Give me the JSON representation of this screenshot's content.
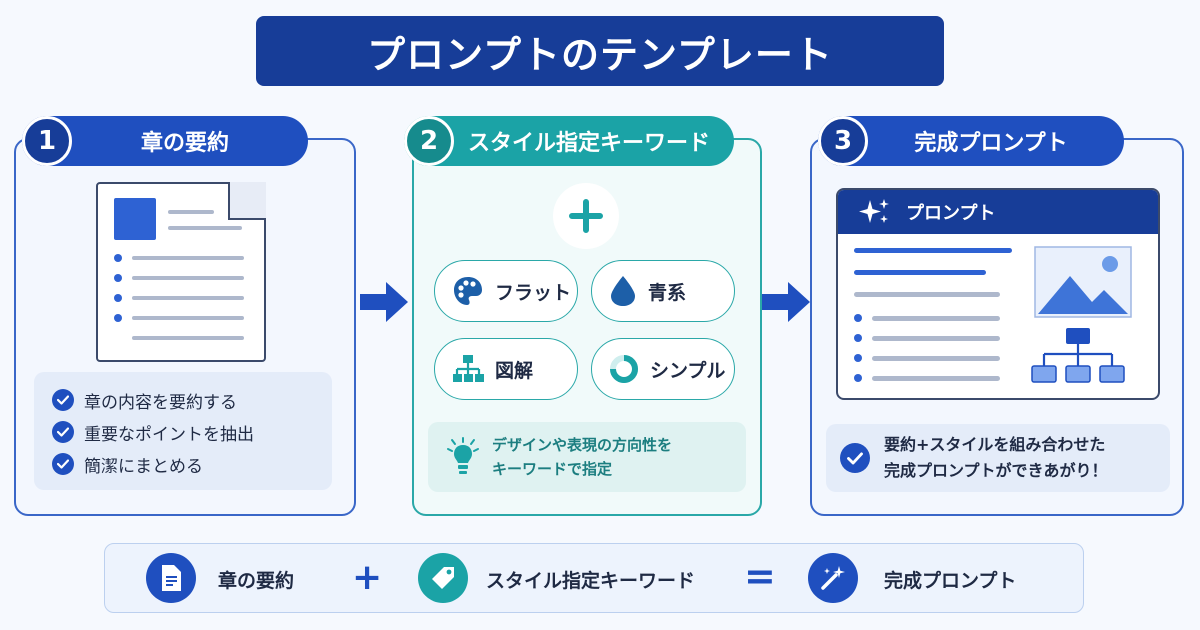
{
  "title": "プロンプトのテンプレート",
  "steps": [
    {
      "number": "1",
      "label": "章の要約",
      "checks": [
        "章の内容を要約する",
        "重要なポイントを抽出",
        "簡潔にまとめる"
      ]
    },
    {
      "number": "2",
      "label": "スタイル指定キーワード",
      "keywords": [
        "フラット",
        "青系",
        "図解",
        "シンプル"
      ],
      "hint_lines": [
        "デザインや表現の方向性を",
        "キーワードで指定"
      ]
    },
    {
      "number": "3",
      "label": "完成プロンプト",
      "window_title": "プロンプト",
      "result_lines": [
        "要約+スタイルを組み合わせた",
        "完成プロンプトができあがり！"
      ]
    }
  ],
  "formula": {
    "part1": "章の要約",
    "plus": "+",
    "part2": "スタイル指定キーワード",
    "equals": "=",
    "result": "完成プロンプト"
  },
  "colors": {
    "navy": "#173d98",
    "blue": "#1f4fbf",
    "teal": "#1ba3a6"
  },
  "icons": [
    "document-icon",
    "check-icon",
    "plus-icon",
    "palette-icon",
    "drop-icon",
    "hierarchy-icon",
    "ring-icon",
    "lightbulb-icon",
    "sparkle-icon",
    "image-icon",
    "tag-icon",
    "magic-wand-icon",
    "arrow-right-icon"
  ]
}
